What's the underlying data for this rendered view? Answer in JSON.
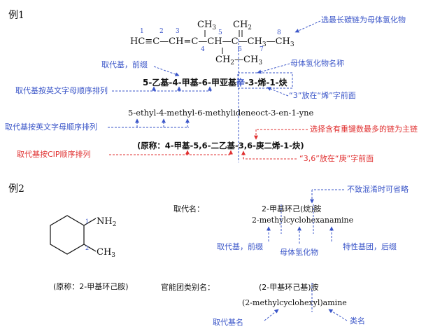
{
  "example1": {
    "heading": "例1",
    "structure": {
      "hc": "HC",
      "triple": "≡",
      "c2": "C",
      "dash1": "—",
      "ch3": "CH",
      "eq": "=",
      "c4": "C",
      "dash2": "—",
      "ch5": "CH",
      "dash3": "—",
      "c6": "C",
      "dash4": "—",
      "ch7": "CH",
      "dash5": "—",
      "ch3end": "CH",
      "sub3": "3",
      "top_ch3": "CH",
      "top_sub3": "3",
      "top_ch2": "CH",
      "top_sub2": "2",
      "eth_ch2": "CH",
      "eth_sub2": "2",
      "eth_dash": "CH",
      "eth_sub3": "3",
      "num1": "1",
      "num2": "2",
      "num3": "3",
      "num4": "4",
      "num5": "5",
      "num6": "6",
      "num7": "7",
      "num8": "8"
    },
    "name_cn": {
      "p1": "5-乙基",
      "p2": "-4-",
      "p3": "甲基",
      "p4": "-6-",
      "p5": "甲亚基",
      "p6": "辛",
      "p7": "-3-",
      "p8": "烯",
      "p9": "-1-",
      "p10": "炔"
    },
    "name_en": "5-ethyl-4-methyl-6-methylideneoct-3-en-1-yne",
    "name_old": "(原称：4-甲基-5,6-二乙基-3,6-庚二烯-1-炔)",
    "notes": {
      "longest_chain": "选最长碳链为母体氢化物",
      "substituent_prefix": "取代基，前缀",
      "parent_name": "母体氢化物名称",
      "alpha_order_1": "取代基按英文字母顺序排列",
      "pos3_before_ene": "“3”放在“烯”字前面",
      "alpha_order_2": "取代基按英文字母顺序排列",
      "main_chain_rule": "选择含有重键数最多的链为主链",
      "cip_order": "取代基按CIP顺序排列",
      "pos36_before_hept": "“3,6”放在“庚”字前面"
    }
  },
  "example2": {
    "heading": "例2",
    "ring_labels": {
      "nh2": "NH",
      "nh2_sub": "2",
      "ch3": "CH",
      "ch3_sub": "3",
      "pos1": "1",
      "pos2": "2"
    },
    "old_name": "(原称：2-甲基环己胺)",
    "substitutive_label": "取代名：",
    "substitutive_cn": "2-甲基环己(烷)胺",
    "substitutive_en": "2-methylcyclohexanamine",
    "functional_label": "官能团类别名：",
    "functional_cn": "(2-甲基环己基)胺",
    "functional_en": "(2-methylcyclohexyl)amine",
    "notes": {
      "omit_note": "不致混淆时可省略",
      "substituent_prefix": "取代基，前缀",
      "parent_hydride": "母体氢化物",
      "characteristic_group": "特性基团，后缀",
      "substituent_name": "取代基名",
      "class_name": "类名"
    }
  },
  "colors": {
    "blue": "#3a55c8",
    "red": "#e03030",
    "black": "#111111"
  }
}
